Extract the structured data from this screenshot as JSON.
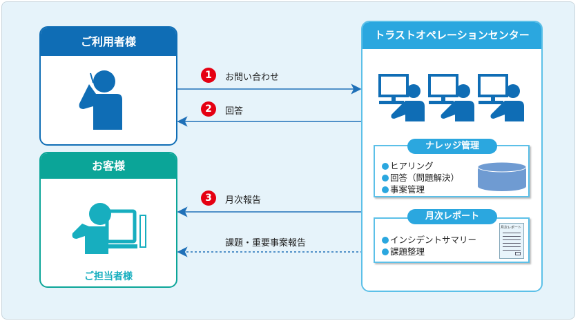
{
  "user": {
    "title": "ご利用者様"
  },
  "customer": {
    "title": "お客様",
    "caption": "ご担当者様"
  },
  "center": {
    "title": "トラストオペレーションセンター"
  },
  "knowledge": {
    "title": "ナレッジ管理",
    "items": [
      "ヒアリング",
      "回答（問題解決）",
      "事案管理"
    ]
  },
  "report": {
    "title": "月次レポート",
    "items": [
      "インシデントサマリー",
      "課題整理"
    ],
    "doc_label": "月次レポート"
  },
  "flows": [
    {
      "num": "1",
      "label": "お問い合わせ"
    },
    {
      "num": "2",
      "label": "回答"
    },
    {
      "num": "3",
      "label": "月次報告"
    },
    {
      "num": "",
      "label": "課題・重要事案報告"
    }
  ],
  "colors": {
    "user": "#0f6db5",
    "customer": "#0ba598",
    "center": "#2ba7df",
    "marker": "#e50012"
  }
}
